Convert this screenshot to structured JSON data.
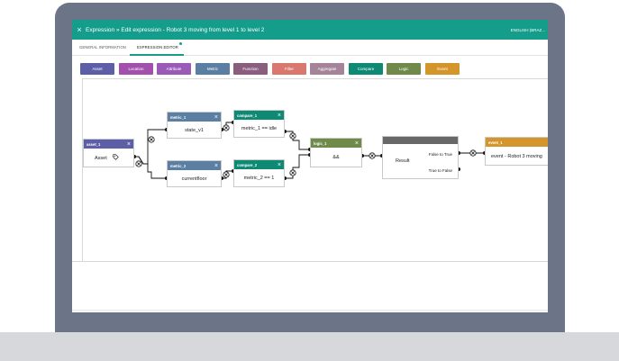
{
  "window": {
    "title": "Expression » Edit expression - Robot 3 moving from level 1 to level 2",
    "close_glyph": "×",
    "language": "ENGLISH (BRAZ..."
  },
  "tabs": [
    {
      "label": "GENERAL INFORMATION",
      "active": false
    },
    {
      "label": "EXPRESSION EDITOR",
      "active": true
    }
  ],
  "toolbox": [
    {
      "label": "Asset",
      "color": "#5c5fa8"
    },
    {
      "label": "Location",
      "color": "#a24fae"
    },
    {
      "label": "Attribute",
      "color": "#9b59b8"
    },
    {
      "label": "Metric",
      "color": "#5b7fa3"
    },
    {
      "label": "Function",
      "color": "#8b5d7f"
    },
    {
      "label": "Filter",
      "color": "#d8786f"
    },
    {
      "label": "Aggregate",
      "color": "#a5849a"
    },
    {
      "label": "Compare",
      "color": "#0e8a74"
    },
    {
      "label": "Logic",
      "color": "#6f8a4a"
    },
    {
      "label": "Event",
      "color": "#d4962b"
    }
  ],
  "nodes": {
    "asset_1": {
      "title": "asset_1",
      "label": "Asset",
      "icon": "tag-icon",
      "color": "#5c5fa8"
    },
    "metric_1": {
      "title": "metric_1",
      "label": "state_v1",
      "color": "#5b7fa3"
    },
    "metric_2": {
      "title": "metric_2",
      "label": "currentfloor",
      "color": "#5b7fa3"
    },
    "compare_1": {
      "title": "compare_1",
      "label": "metric_1 == idle",
      "color": "#0e8a74"
    },
    "compare_2": {
      "title": "compare_2",
      "label": "metric_2 == 1",
      "color": "#0e8a74"
    },
    "logic_1": {
      "title": "logic_1",
      "label": "&&",
      "color": "#6f8a4a"
    },
    "result": {
      "title": "",
      "label": "Result",
      "out_true": "False to True",
      "out_false": "True to False",
      "color": "#686868"
    },
    "event_1": {
      "title": "event_1",
      "label": "event - Robot 3 moving",
      "color": "#d4962b"
    }
  },
  "close_glyph": "×"
}
